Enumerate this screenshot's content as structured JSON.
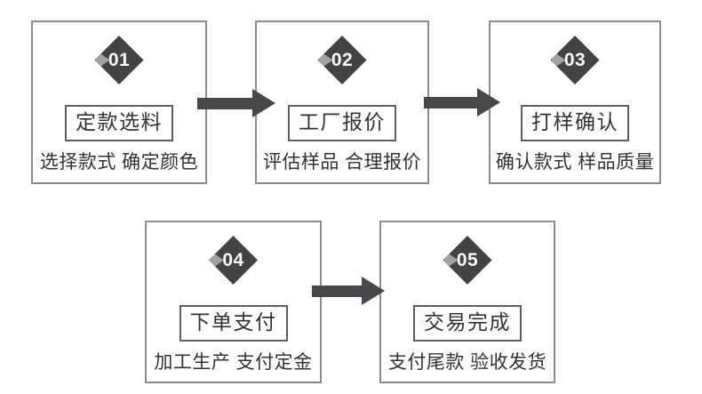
{
  "flow": {
    "steps": [
      {
        "number": "01",
        "title": "定款选料",
        "subtitle": "选择款式 确定颜色"
      },
      {
        "number": "02",
        "title": "工厂报价",
        "subtitle": "评估样品 合理报价"
      },
      {
        "number": "03",
        "title": "打样确认",
        "subtitle": "确认款式 样品质量"
      },
      {
        "number": "04",
        "title": "下单支付",
        "subtitle": "加工生产 支付定金"
      },
      {
        "number": "05",
        "title": "交易完成",
        "subtitle": "支付尾款 验收发货"
      }
    ],
    "colors": {
      "diamond": "#434343",
      "diamond_notch": "#a2a2a2",
      "arrow": "#48484a",
      "box_border": "#8c8c8c",
      "title_border": "#5e5e5e",
      "text": "#333333",
      "number_text": "#fafafa",
      "background": "#ffffff"
    }
  }
}
